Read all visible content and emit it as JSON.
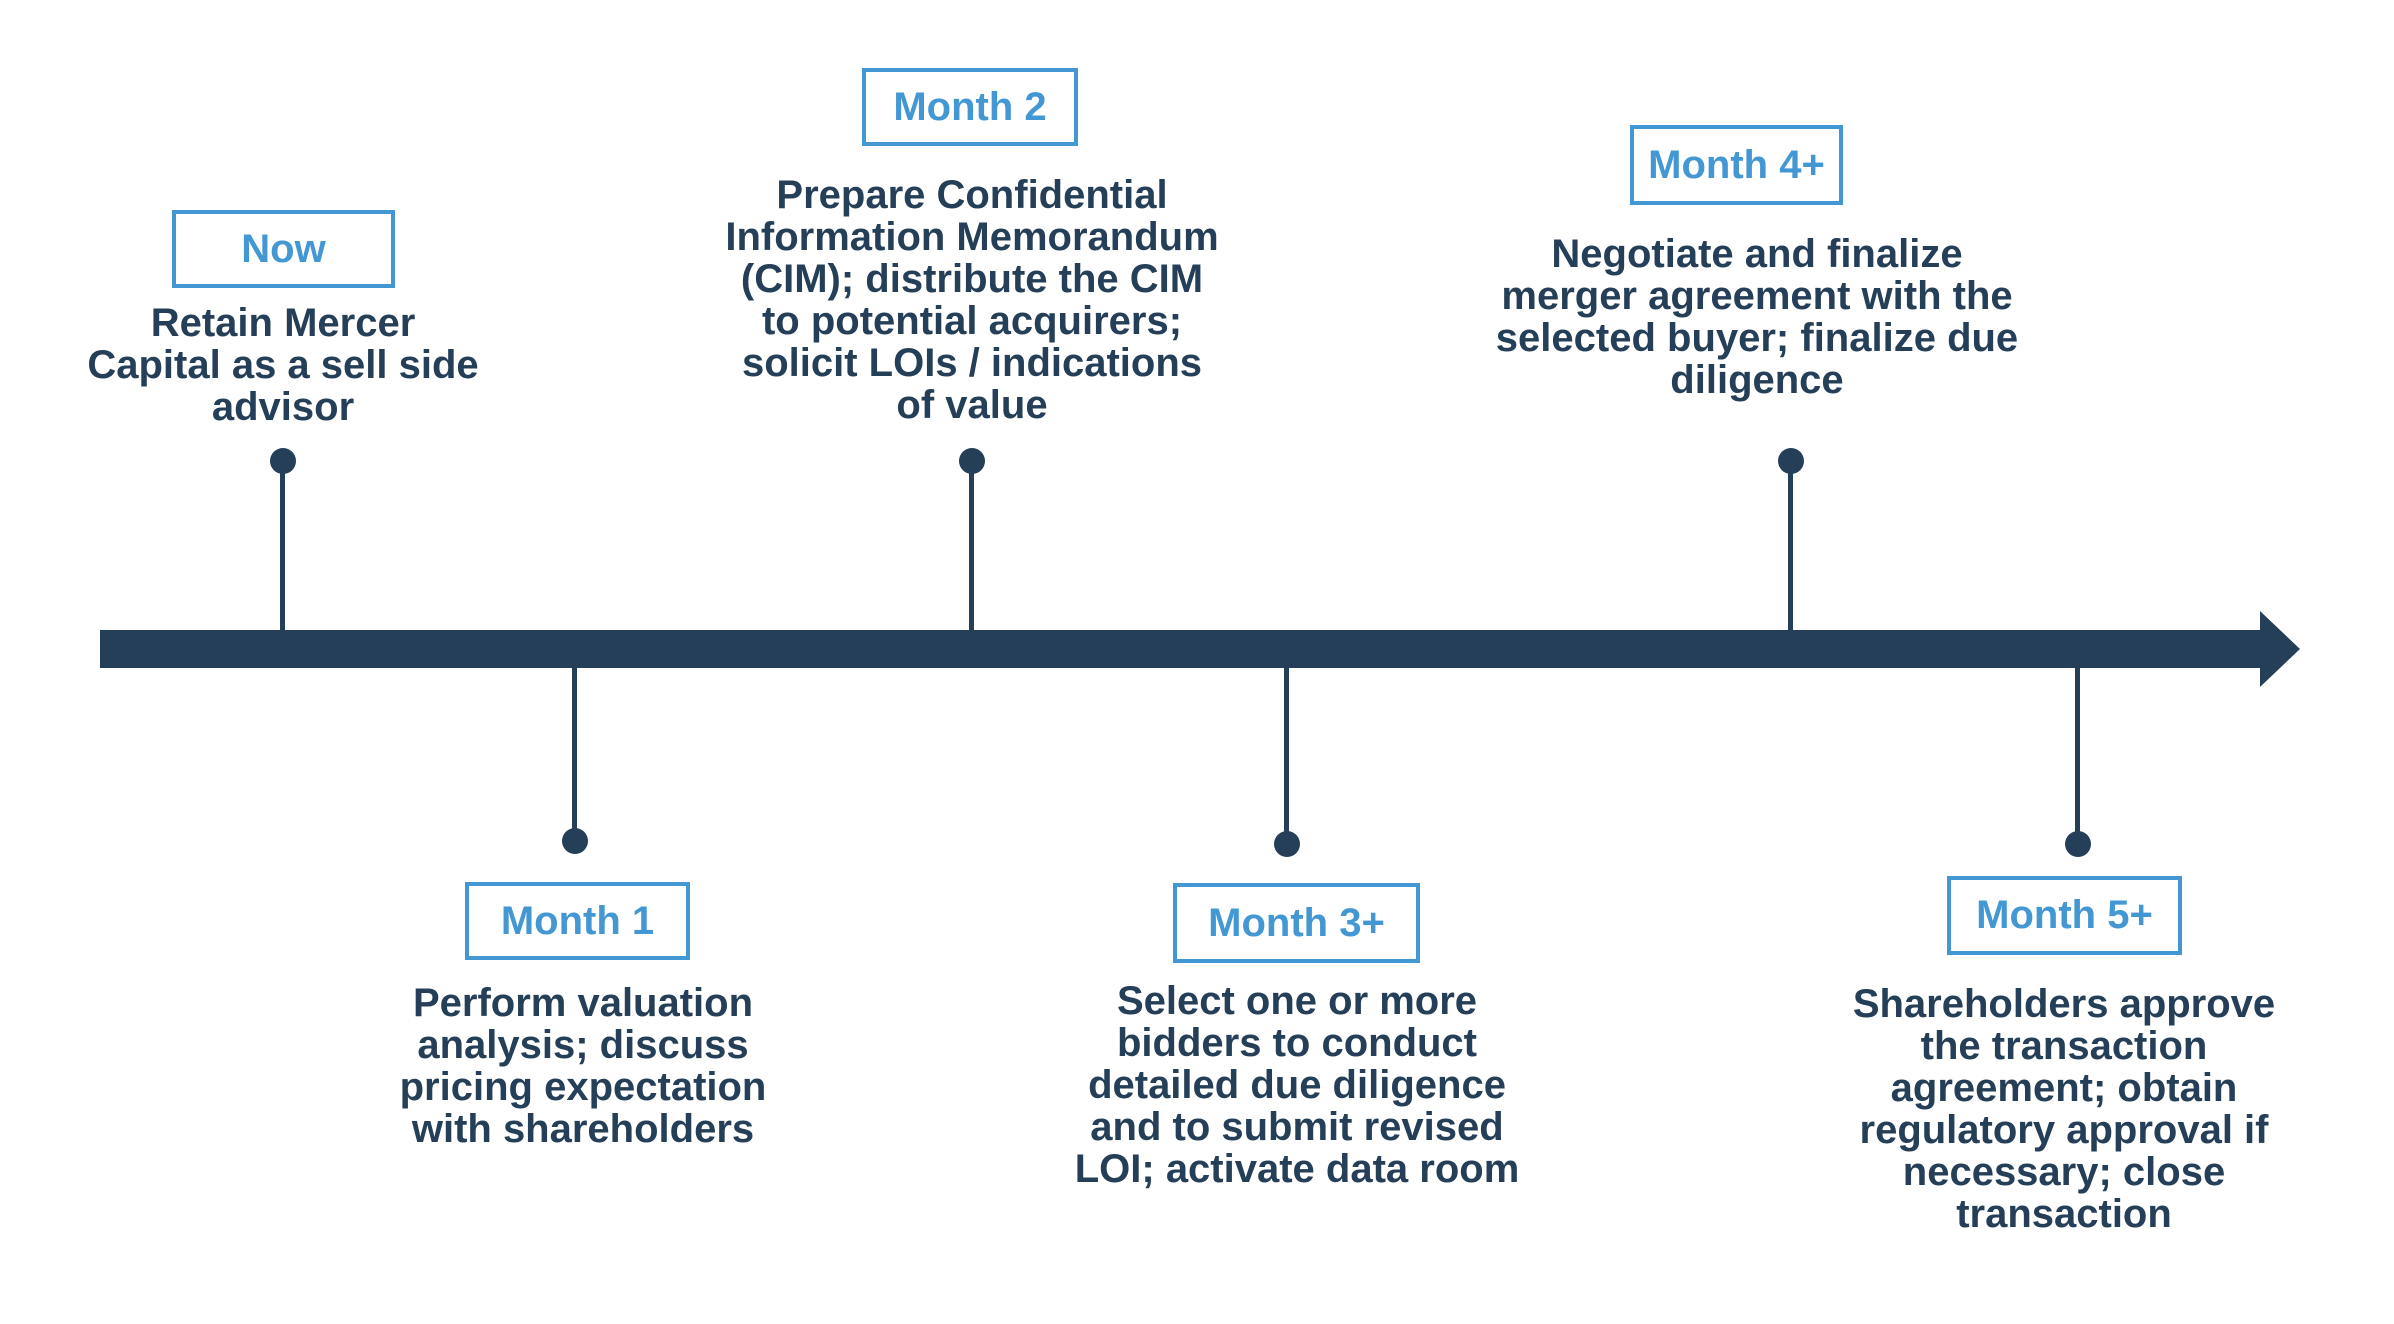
{
  "timeline": {
    "accent_color": "#4397D3",
    "line_color": "#243F57",
    "background_color": "#FFFFFF",
    "direction": "left-to-right",
    "milestones": [
      {
        "label": "Now",
        "side": "above",
        "description": "Retain Mercer\nCapital as a sell side\nadvisor"
      },
      {
        "label": "Month 1",
        "side": "below",
        "description": "Perform valuation\nanalysis; discuss\npricing expectation\nwith shareholders"
      },
      {
        "label": "Month 2",
        "side": "above",
        "description": "Prepare Confidential\nInformation Memorandum\n(CIM); distribute the CIM\nto potential acquirers;\nsolicit LOIs / indications\nof value"
      },
      {
        "label": "Month 3+",
        "side": "below",
        "description": "Select one or more\nbidders to conduct\ndetailed due diligence\nand to submit revised\nLOI; activate data room"
      },
      {
        "label": "Month 4+",
        "side": "above",
        "description": "Negotiate and finalize\nmerger agreement with the\nselected buyer; finalize due\ndiligence"
      },
      {
        "label": "Month 5+",
        "side": "below",
        "description": "Shareholders approve\nthe transaction\nagreement; obtain\nregulatory approval if\nnecessary; close\ntransaction"
      }
    ]
  }
}
